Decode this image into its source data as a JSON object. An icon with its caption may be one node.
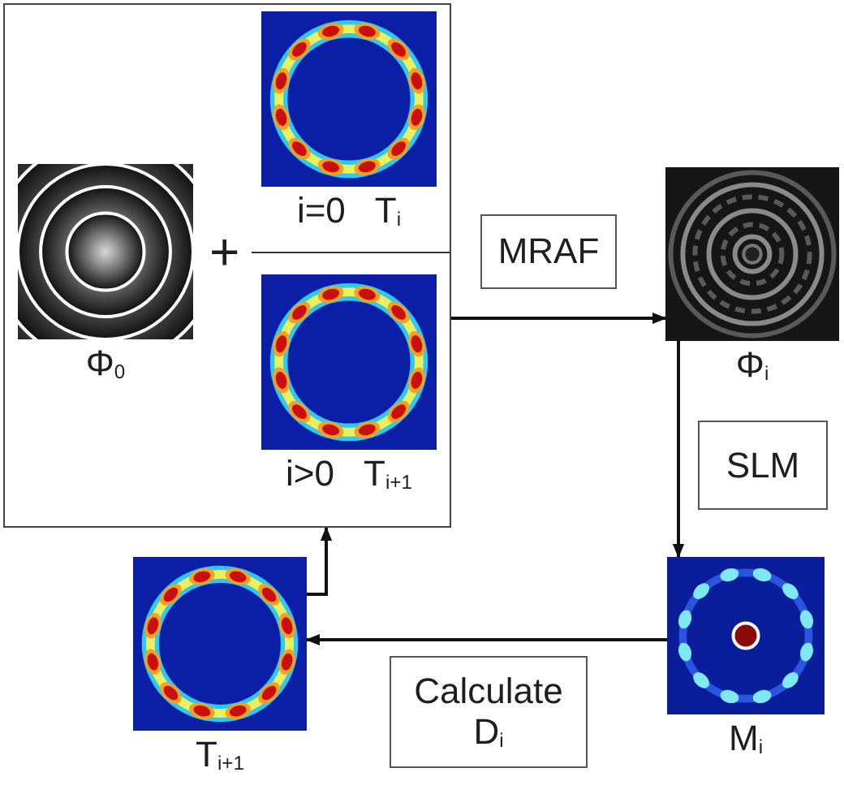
{
  "diagram": {
    "nodes": [
      {
        "text": [],
        "shape": "box"
      },
      {
        "text": [
          "Φ$_{0}$"
        ],
        "in": 0
      },
      {
        "text": [
          "i=0",
          "T$_{i}$"
        ],
        "in": 0
      },
      {
        "text": [
          "i>0",
          "T$_{i+1}$"
        ],
        "in": 0
      },
      {
        "text": [
          "MRAF"
        ]
      },
      {
        "text": [
          "Φ$_{i}$"
        ]
      },
      {
        "text": [
          "SLM"
        ]
      },
      {
        "text": [
          "M$_{i}$"
        ]
      },
      {
        "text": [
          "Calculate D$_{i}$"
        ]
      },
      {
        "text": [
          "T$_{i+1}$"
        ]
      }
    ],
    "edges": [
      {
        "from": 0,
        "to": 5,
        "arrow": "to"
      },
      {
        "from": 5,
        "to": 7,
        "arrow": "to"
      },
      {
        "from": 7,
        "to": 9,
        "arrow": "to"
      },
      {
        "from": 9,
        "to": 0,
        "arrow": "to"
      }
    ],
    "labels": [
      "+"
    ]
  }
}
